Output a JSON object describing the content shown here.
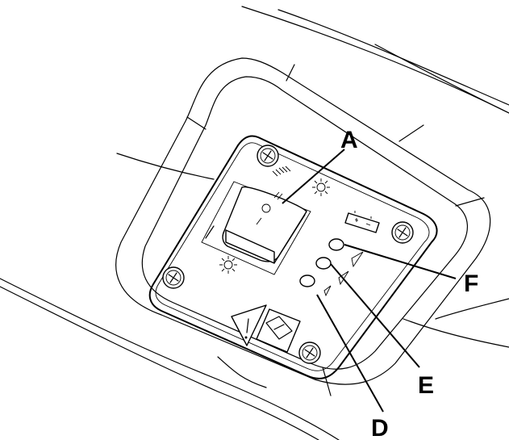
{
  "callouts": [
    {
      "id": "A",
      "label": "A"
    },
    {
      "id": "F",
      "label": "F"
    },
    {
      "id": "E",
      "label": "E"
    },
    {
      "id": "D",
      "label": "D"
    }
  ],
  "icons": {
    "switch": "rocker-switch-icon",
    "battery": "battery-icon",
    "warning": "warning-triangle-icon",
    "manual": "open-book-icon",
    "light": "light-burst-icon",
    "screw": "phillips-screw-icon"
  },
  "switch_symbols": {
    "off": "O",
    "position_1": "I",
    "position_2": "II"
  },
  "battery_symbols": {
    "plus": "+",
    "minus": "−"
  }
}
